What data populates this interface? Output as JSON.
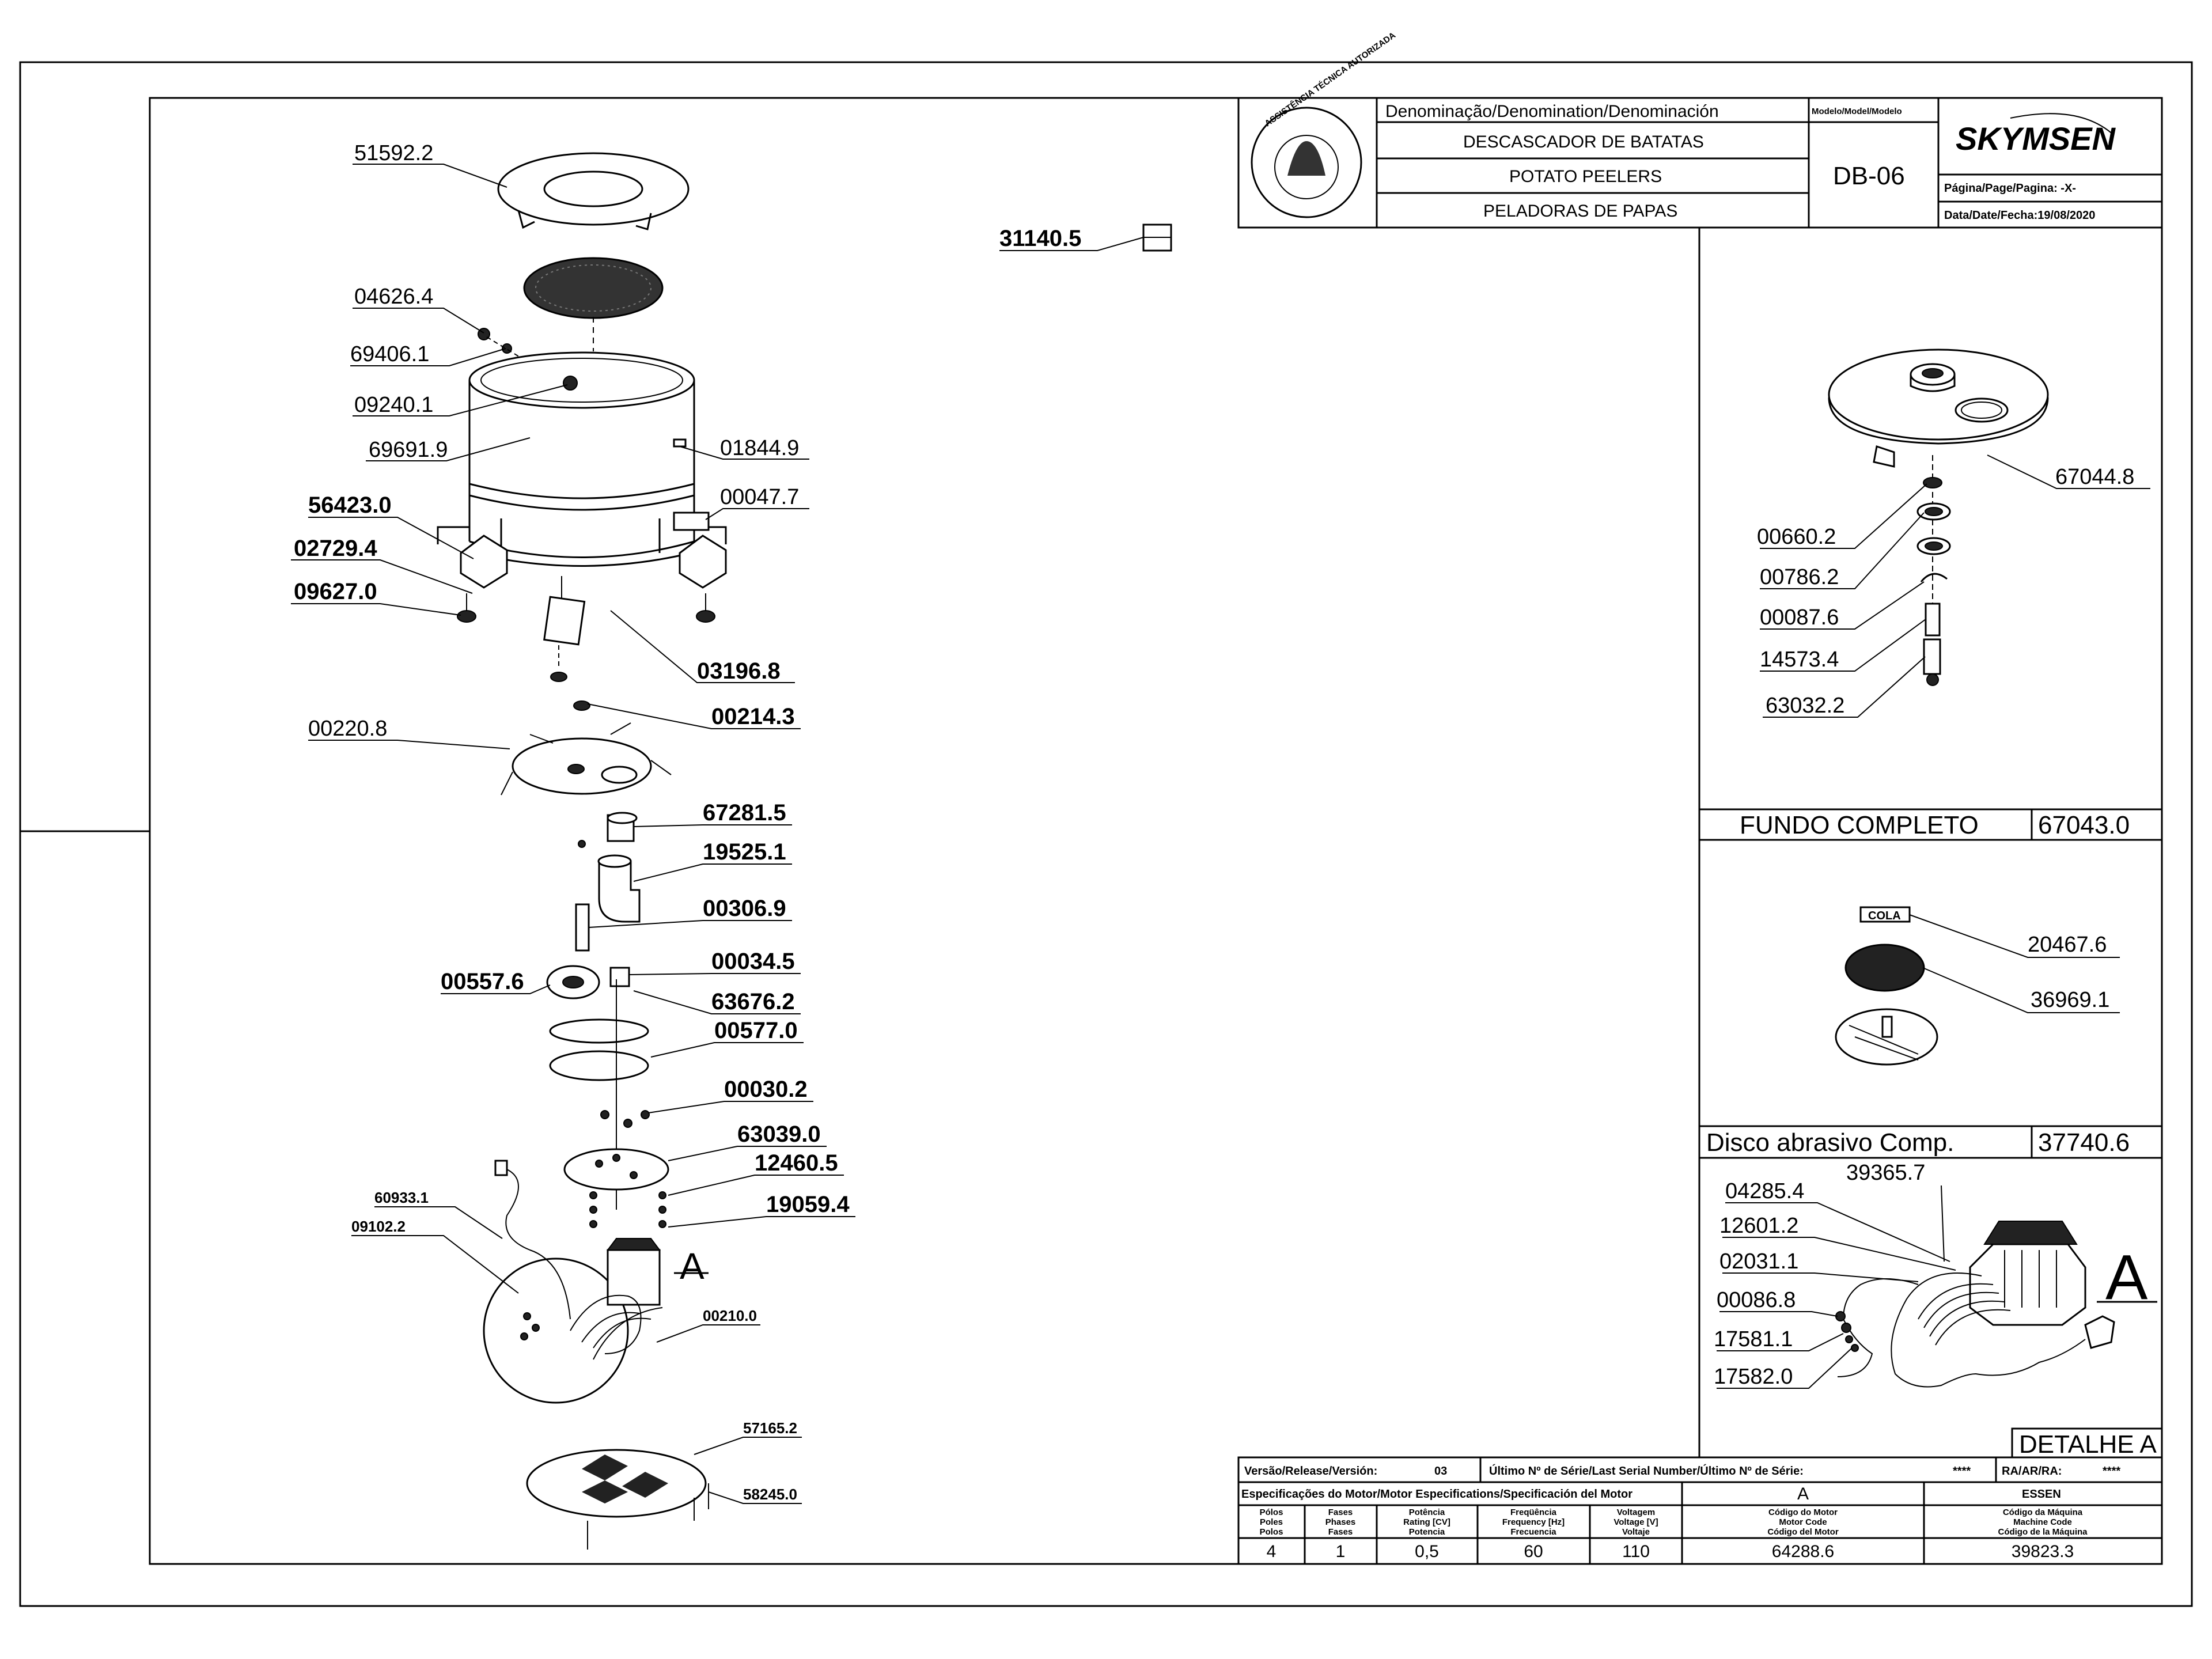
{
  "title_block": {
    "denomination_header": "Denominação/Denomination/Denominación",
    "model_header": "Modelo/Model/Modelo",
    "name_pt": "DESCASCADOR DE BATATAS",
    "name_en": "POTATO PEELERS",
    "name_es": "PELADORAS DE PAPAS",
    "model": "DB-06",
    "brand": "SKYMSEN",
    "page": "Página/Page/Pagina: -X-",
    "date": "Data/Date/Fecha:19/08/2020",
    "seal_text": "ASSISTÊNCIA TÉCNICA AUTORIZADA"
  },
  "main_labels": [
    "51592.2",
    "04626.4",
    "69406.1",
    "09240.1",
    "69691.9",
    "01844.9",
    "00047.7",
    "56423.0",
    "02729.4",
    "09627.0",
    "03196.8",
    "00220.8",
    "00214.3",
    "67281.5",
    "19525.1",
    "00306.9",
    "00557.6",
    "00034.5",
    "63676.2",
    "00577.0",
    "00030.2",
    "63039.0",
    "12460.5",
    "19059.4",
    "60933.1",
    "09102.2",
    "00210.0",
    "57165.2",
    "58245.0",
    "31140.5"
  ],
  "detail_a_marker": "A",
  "fundo": {
    "labels": [
      "67044.8",
      "00660.2",
      "00786.2",
      "00087.6",
      "14573.4",
      "63032.2"
    ],
    "title": "FUNDO COMPLETO",
    "code": "67043.0"
  },
  "disco": {
    "cola": "COLA",
    "labels": [
      "20467.6",
      "36969.1"
    ],
    "title": "Disco abrasivo Comp.",
    "code": "37740.6"
  },
  "detalhe": {
    "labels": [
      "04285.4",
      "39365.7",
      "12601.2",
      "02031.1",
      "00086.8",
      "17581.1",
      "17582.0"
    ],
    "marker": "A",
    "title": "DETALHE A"
  },
  "spec": {
    "release_label": "Versão/Release/Versión:",
    "release": "03",
    "serial_label": "Último Nº de Série/Last Serial Number/Último Nº de Série:",
    "serial": "****",
    "ra_label": "RA/AR/RA:",
    "ra": "****",
    "motor_spec_label": "Especificações do Motor/Motor Especifications/Specificación del Motor",
    "motor_letter": "A",
    "essen": "ESSEN",
    "headers": [
      [
        "Pólos",
        "Poles",
        "Polos"
      ],
      [
        "Fases",
        "Phases",
        "Fases"
      ],
      [
        "Potência",
        "Rating [CV]",
        "Potencia"
      ],
      [
        "Freqüência",
        "Frequency [Hz]",
        "Frecuencia"
      ],
      [
        "Voltagem",
        "Voltage [V]",
        "Voltaje"
      ],
      [
        "Código do Motor",
        "Motor Code",
        "Código del Motor"
      ],
      [
        "Código da Máquina",
        "Machine Code",
        "Código de la Máquina"
      ]
    ],
    "values": [
      "4",
      "1",
      "0,5",
      "60",
      "110",
      "64288.6",
      "39823.3"
    ]
  }
}
